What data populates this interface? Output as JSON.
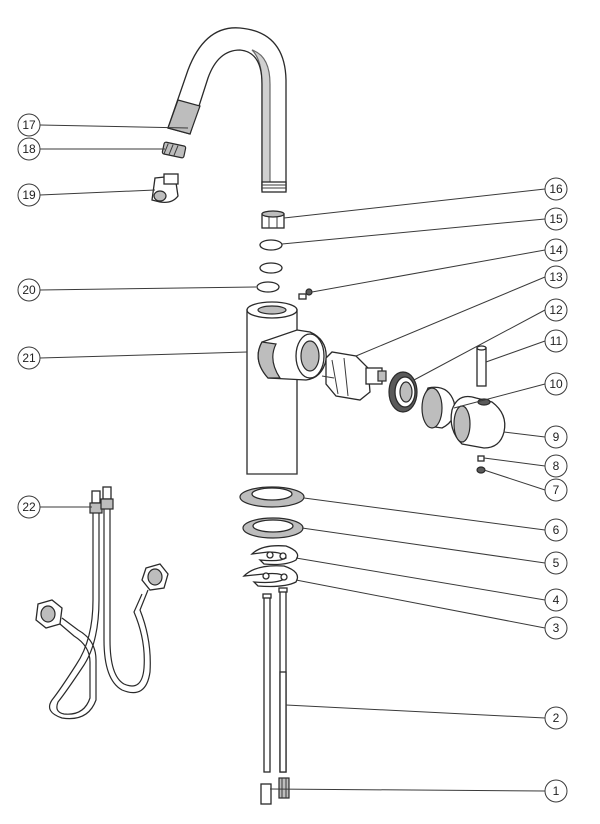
{
  "callouts": [
    {
      "num": "1"
    },
    {
      "num": "2"
    },
    {
      "num": "3"
    },
    {
      "num": "4"
    },
    {
      "num": "5"
    },
    {
      "num": "6"
    },
    {
      "num": "7"
    },
    {
      "num": "8"
    },
    {
      "num": "9"
    },
    {
      "num": "10"
    },
    {
      "num": "11"
    },
    {
      "num": "12"
    },
    {
      "num": "13"
    },
    {
      "num": "14"
    },
    {
      "num": "15"
    },
    {
      "num": "16"
    },
    {
      "num": "17"
    },
    {
      "num": "18"
    },
    {
      "num": "19"
    },
    {
      "num": "20"
    },
    {
      "num": "21"
    },
    {
      "num": "22"
    }
  ]
}
